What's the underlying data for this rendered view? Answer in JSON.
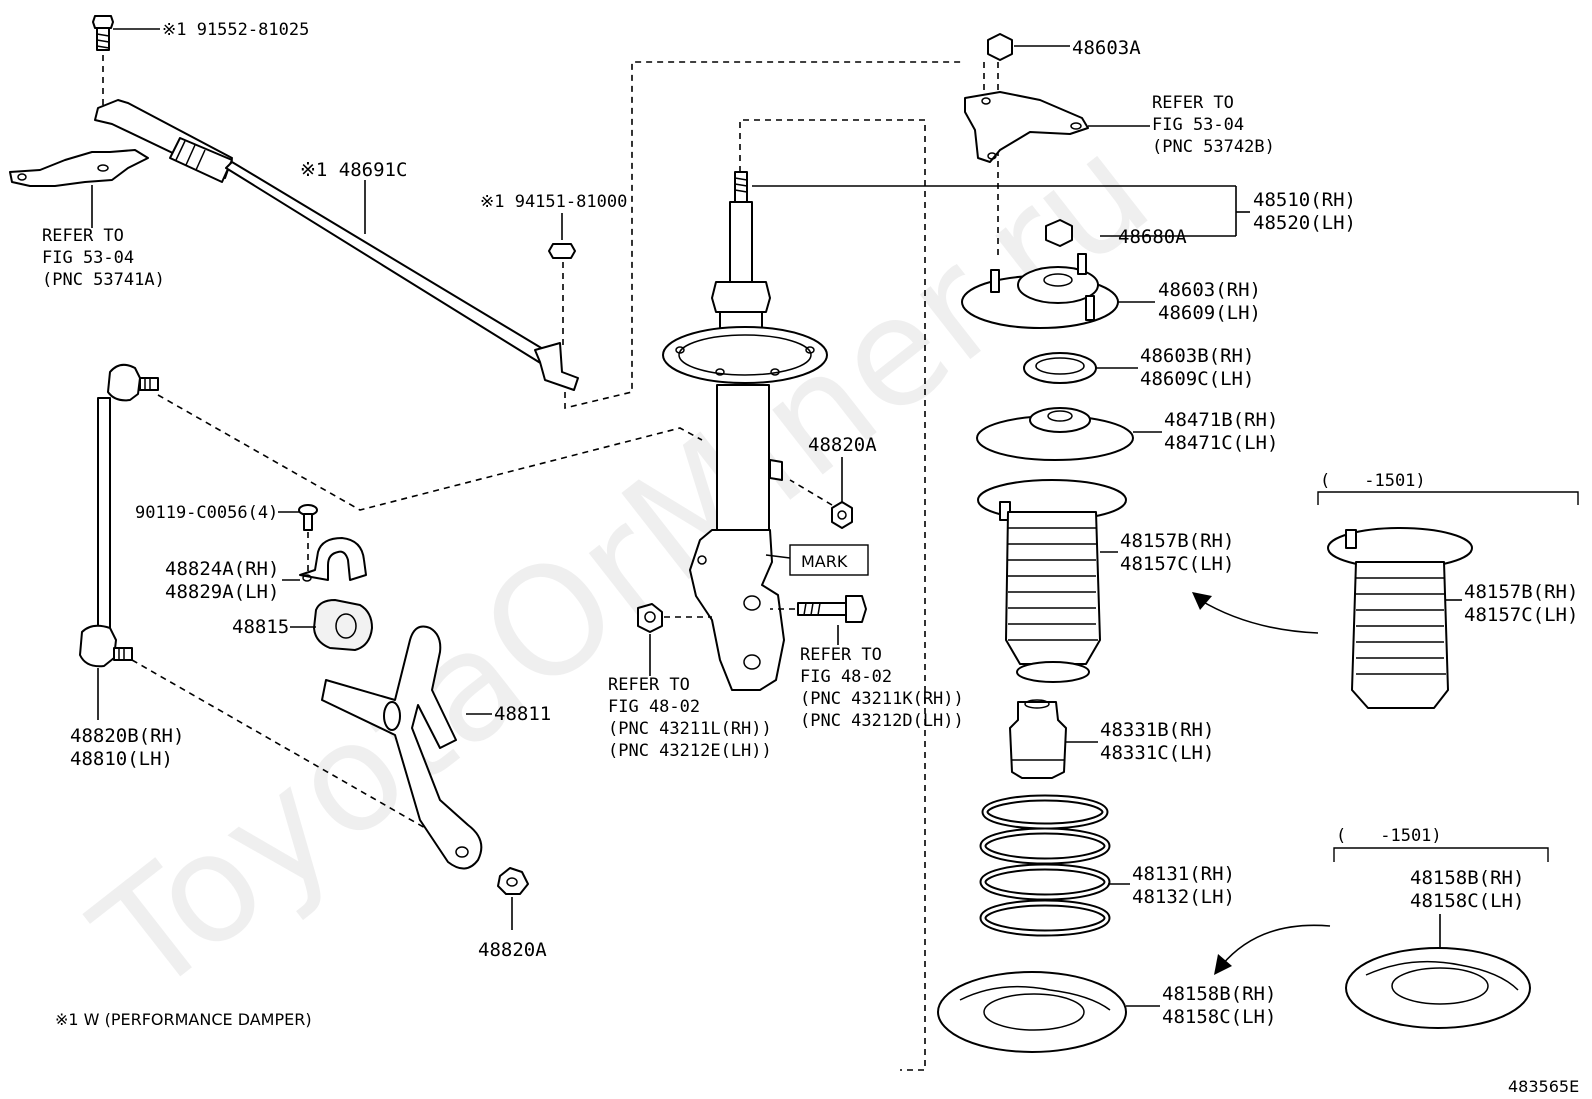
{
  "diagram_id": "483565E",
  "watermark": "ToyotaOrMiner.ru",
  "footnote": "※1 W (PERFORMANCE DAMPER)",
  "callouts": {
    "bolt_top": "※1 91552-81025",
    "damper": "※1 48691C",
    "nut_damper": "※1 94151-81000",
    "refer_53741a": [
      "REFER TO",
      "FIG 53-04",
      "(PNC 53741A)"
    ],
    "nut_top": "48603A",
    "refer_53742b": [
      "REFER TO",
      "FIG 53-04",
      "(PNC 53742B)"
    ],
    "strut": [
      "48510(RH)",
      "48520(LH)"
    ],
    "nut_mount": "48680A",
    "mount": [
      "48603(RH)",
      "48609(LH)"
    ],
    "bearing": [
      "48603B(RH)",
      "48609C(LH)"
    ],
    "upper_seat": [
      "48471B(RH)",
      "48471C(LH)"
    ],
    "boot": [
      "48157B(RH)",
      "48157C(LH)"
    ],
    "boot_alt": [
      "48157B(RH)",
      "48157C(LH)"
    ],
    "boot_alt_range": "(　　-1501)",
    "bumper": [
      "48331B(RH)",
      "48331C(LH)"
    ],
    "spring": [
      "48131(RH)",
      "48132(LH)"
    ],
    "lower_ins": [
      "48158B(RH)",
      "48158C(LH)"
    ],
    "lower_ins_alt": [
      "48158B(RH)",
      "48158C(LH)"
    ],
    "lower_ins_alt_range": "(　　-1501)",
    "nut_strut": "48820A",
    "mark": "MARK",
    "refer_43211k": [
      "REFER TO",
      "FIG 48-02",
      "(PNC 43211K(RH))",
      "(PNC 43212D(LH))"
    ],
    "refer_43211l": [
      "REFER TO",
      "FIG 48-02",
      "(PNC 43211L(RH))",
      "(PNC 43212E(LH))"
    ],
    "bolt_bracket": "90119-C0056(4)",
    "bracket": [
      "48824A(RH)",
      "48829A(LH)"
    ],
    "bushing": "48815",
    "stabilizer": "48811",
    "link": [
      "48820B(RH)",
      "48810(LH)"
    ],
    "nut_bottom": "48820A"
  }
}
